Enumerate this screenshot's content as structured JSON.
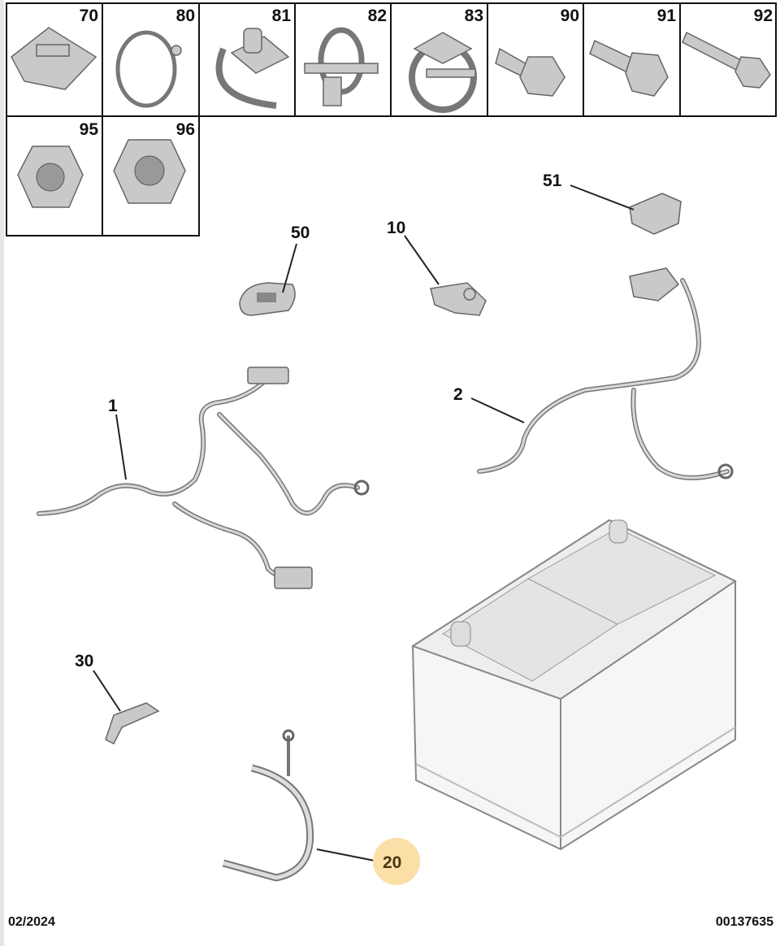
{
  "grid_parts": [
    "70",
    "80",
    "81",
    "82",
    "83",
    "90",
    "91",
    "92",
    "95",
    "96"
  ],
  "callouts": {
    "p50": "50",
    "p10": "10",
    "p51": "51",
    "p1": "1",
    "p2": "2",
    "p30": "30",
    "p20": "20"
  },
  "highlight_color": "#fbdfa6",
  "footer": {
    "date": "02/2024",
    "code": "00137635"
  }
}
